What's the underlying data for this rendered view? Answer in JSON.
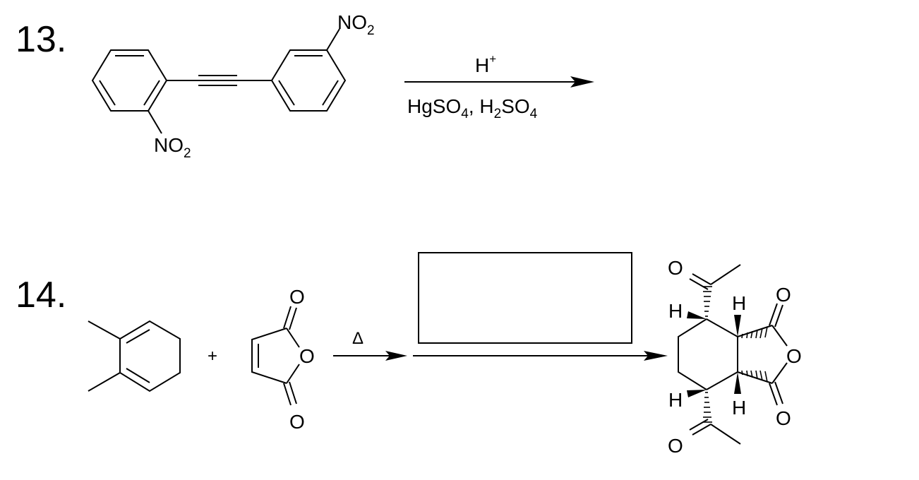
{
  "problems": [
    {
      "number": "13.",
      "reactant_labels": {
        "nitro_top": "NO",
        "nitro_top_sub": "2",
        "nitro_bottom": "NO",
        "nitro_bottom_sub": "2"
      },
      "reagents_above": {
        "text": "H",
        "sup": "+"
      },
      "reagents_below": {
        "hg": "HgSO",
        "hg_sub": "4",
        "comma": ", H",
        "h_sub": "2",
        "so": "SO",
        "so_sub": "4"
      }
    },
    {
      "number": "14.",
      "plus": "+",
      "anhydride_labels": {
        "o_top": "O",
        "o_ring": "O",
        "o_bottom": "O"
      },
      "condition": "Δ",
      "product_labels": {
        "o_ketone_top": "O",
        "o_ketone_bottom": "O",
        "o_anh_top": "O",
        "o_anh_ring": "O",
        "o_anh_bottom": "O",
        "h_top_left": "H",
        "h_top_right": "H",
        "h_bottom_left": "H",
        "h_bottom_right": "H"
      }
    }
  ],
  "colors": {
    "ink": "#000000",
    "background": "#ffffff"
  }
}
